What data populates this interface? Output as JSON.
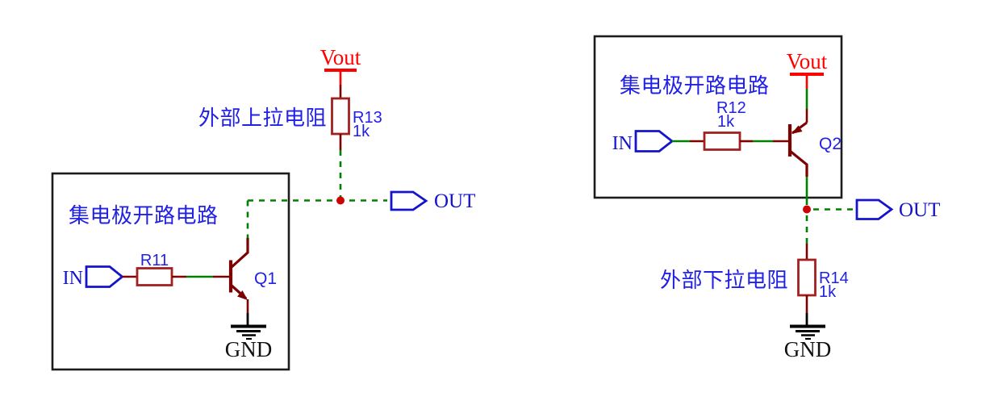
{
  "colors": {
    "power_red": "#ff0000",
    "wire_dark_red": "#7d0000",
    "component_red": "#a32020",
    "net_green": "#008000",
    "port_blue": "#1414cc",
    "label_blue": "#2121e6",
    "junction_red": "#cf0000",
    "box_border": "#1c1c1c"
  },
  "left_circuit": {
    "title": "集电极开路电路",
    "power_net": "Vout",
    "pullup_label": "外部上拉电阻",
    "pullup_resistor": {
      "ref": "R13",
      "value": "1k"
    },
    "input_port": "IN",
    "base_resistor": {
      "ref": "R11"
    },
    "transistor": "Q1",
    "ground": "GND",
    "output_port": "OUT"
  },
  "right_circuit": {
    "title": "集电极开路电路",
    "power_net": "Vout",
    "pulldown_label": "外部下拉电阻",
    "pulldown_resistor": {
      "ref": "R14",
      "value": "1k"
    },
    "input_port": "IN",
    "base_resistor": {
      "ref": "R12",
      "value": "1k"
    },
    "transistor": "Q2",
    "ground": "GND",
    "output_port": "OUT"
  }
}
